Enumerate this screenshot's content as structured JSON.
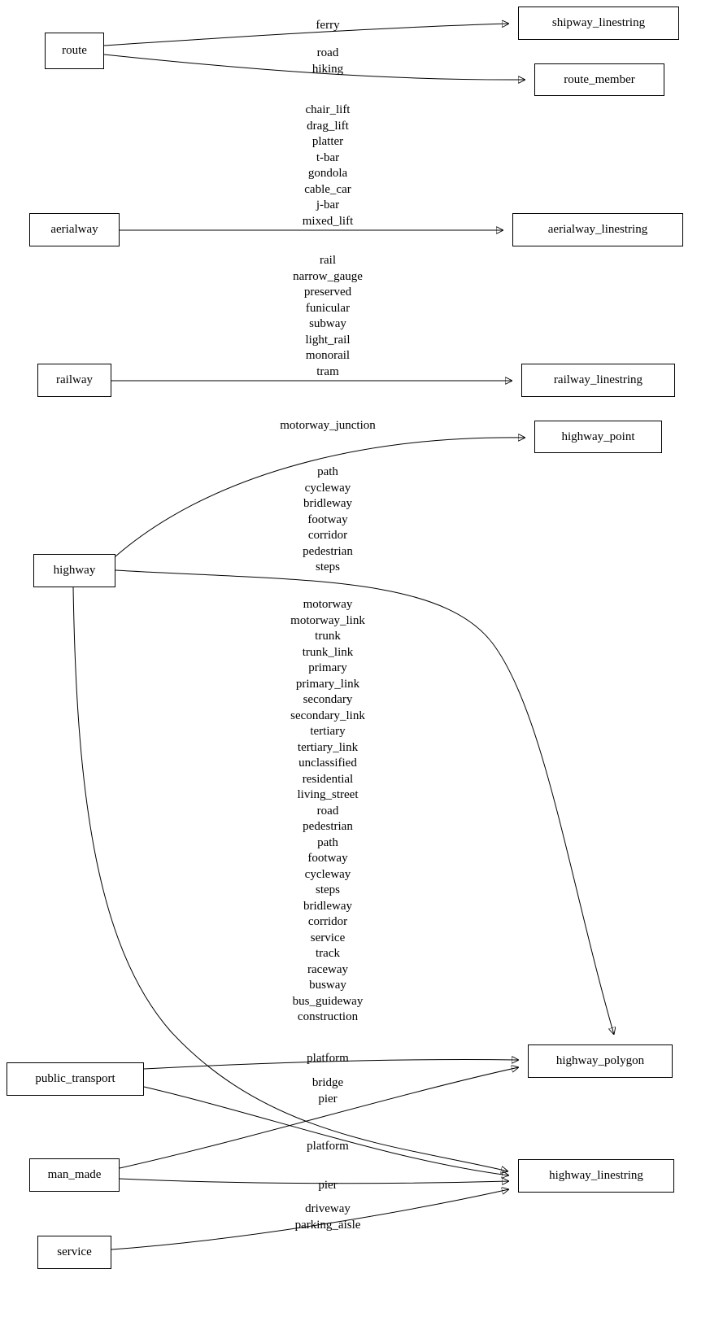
{
  "diagram": {
    "nodes": {
      "route": {
        "label": "route"
      },
      "aerialway": {
        "label": "aerialway"
      },
      "railway": {
        "label": "railway"
      },
      "highway": {
        "label": "highway"
      },
      "public_transport": {
        "label": "public_transport"
      },
      "man_made": {
        "label": "man_made"
      },
      "service": {
        "label": "service"
      },
      "shipway_linestring": {
        "label": "shipway_linestring"
      },
      "route_member": {
        "label": "route_member"
      },
      "aerialway_linestring": {
        "label": "aerialway_linestring"
      },
      "railway_linestring": {
        "label": "railway_linestring"
      },
      "highway_point": {
        "label": "highway_point"
      },
      "highway_polygon": {
        "label": "highway_polygon"
      },
      "highway_linestring": {
        "label": "highway_linestring"
      }
    },
    "edges": [
      {
        "from": "route",
        "to": "shipway_linestring",
        "label": "ferry"
      },
      {
        "from": "route",
        "to": "route_member",
        "label": "road\nhiking"
      },
      {
        "from": "aerialway",
        "to": "aerialway_linestring",
        "label": "chair_lift\ndrag_lift\nplatter\nt-bar\ngondola\ncable_car\nj-bar\nmixed_lift"
      },
      {
        "from": "railway",
        "to": "railway_linestring",
        "label": "rail\nnarrow_gauge\npreserved\nfunicular\nsubway\nlight_rail\nmonorail\ntram"
      },
      {
        "from": "highway",
        "to": "highway_point",
        "label": "motorway_junction"
      },
      {
        "from": "highway",
        "to": "highway_polygon",
        "label": "path\ncycleway\nbridleway\nfootway\ncorridor\npedestrian\nsteps"
      },
      {
        "from": "highway",
        "to": "highway_linestring",
        "label": "motorway\nmotorway_link\ntrunk\ntrunk_link\nprimary\nprimary_link\nsecondary\nsecondary_link\ntertiary\ntertiary_link\nunclassified\nresidential\nliving_street\nroad\npedestrian\npath\nfootway\ncycleway\nsteps\nbridleway\ncorridor\nservice\ntrack\nraceway\nbusway\nbus_guideway\nconstruction"
      },
      {
        "from": "public_transport",
        "to": "highway_polygon",
        "label": "platform"
      },
      {
        "from": "man_made",
        "to": "highway_polygon",
        "label": "bridge\npier"
      },
      {
        "from": "public_transport",
        "to": "highway_linestring",
        "label": "platform"
      },
      {
        "from": "man_made",
        "to": "highway_linestring",
        "label": "pier"
      },
      {
        "from": "service",
        "to": "highway_linestring",
        "label": "driveway\nparking_aisle"
      }
    ]
  }
}
